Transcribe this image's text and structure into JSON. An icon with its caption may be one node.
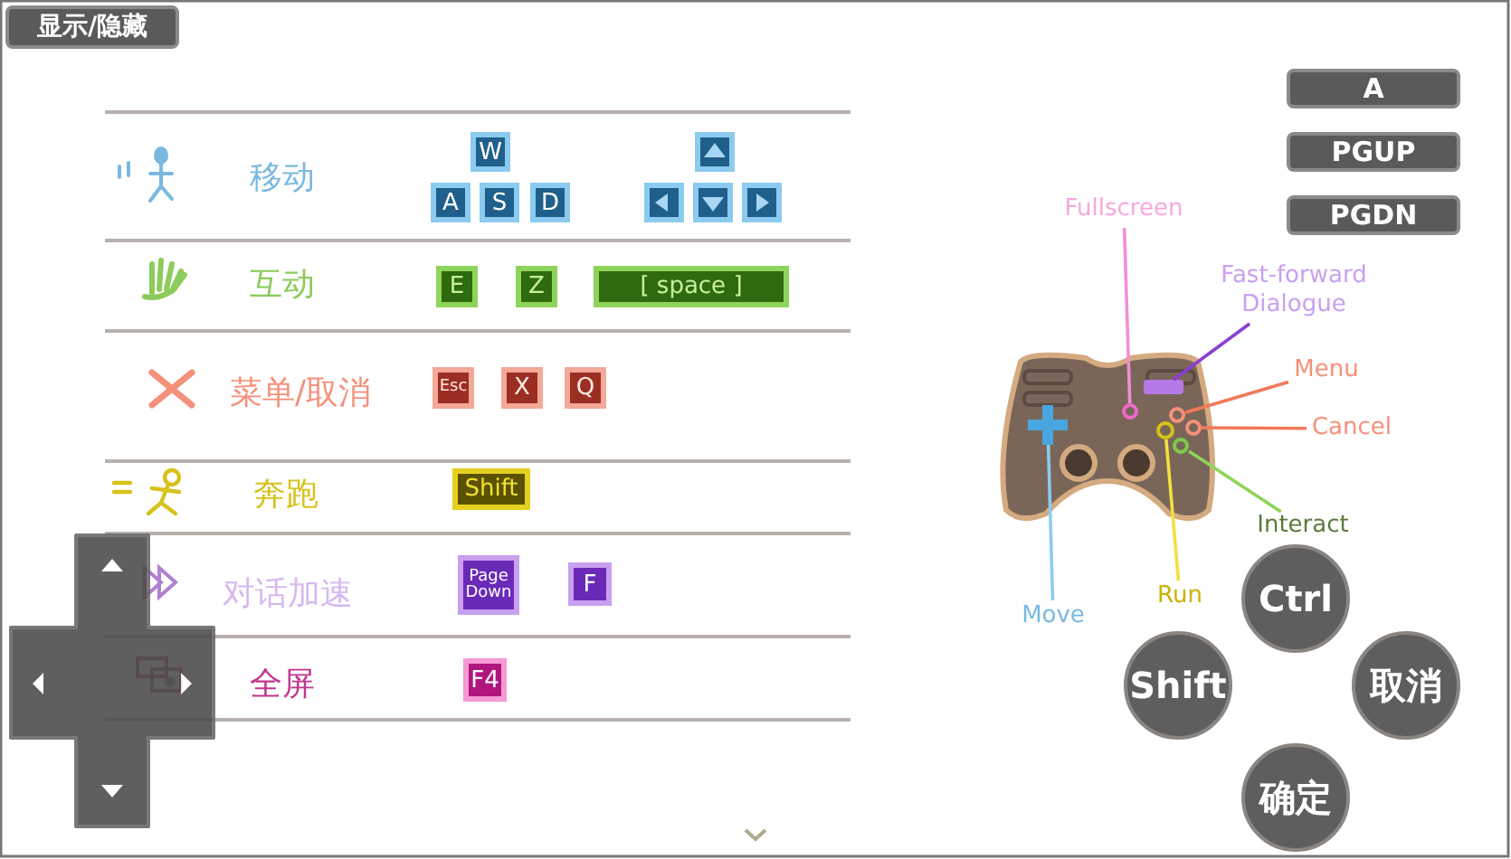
{
  "diagram": {
    "nodes": [
      {
        "text": [
          "显示/隐藏"
        ]
      },
      {
        "text": [
          "A"
        ]
      },
      {
        "text": [
          "PGUP"
        ]
      },
      {
        "text": [
          "PGDN"
        ]
      },
      {
        "text": [
          "W"
        ]
      },
      {
        "text": [],
        "shape": "box"
      },
      {
        "text": [
          "A"
        ]
      },
      {
        "text": [
          "S"
        ]
      },
      {
        "text": [
          "D"
        ]
      },
      {
        "text": [],
        "shape": "box"
      },
      {
        "text": [],
        "shape": "box"
      },
      {
        "text": [],
        "shape": "box"
      },
      {
        "text": [
          "E"
        ]
      },
      {
        "text": [
          "Z"
        ]
      },
      {
        "text": [
          "[ space ]"
        ]
      },
      {
        "text": [
          "Esc"
        ]
      },
      {
        "text": [
          "X"
        ]
      },
      {
        "text": [
          "Q"
        ]
      },
      {
        "text": [
          "Shift"
        ]
      },
      {
        "text": [
          "Page Down"
        ]
      },
      {
        "text": [
          "F"
        ]
      },
      {
        "text": [
          "F4"
        ]
      },
      {
        "text": [
          "Fullscreen"
        ]
      },
      {
        "text": [
          "Fast-forward Dialogue"
        ]
      },
      {
        "text": [
          "Menu"
        ]
      },
      {
        "text": [
          "Cancel"
        ]
      },
      {
        "text": [],
        "shape": "picture"
      },
      {
        "text": [],
        "shape": "circle",
        "in": 26
      },
      {
        "text": [],
        "shape": "bar",
        "in": 26
      },
      {
        "text": [],
        "shape": "circle",
        "in": 26
      },
      {
        "text": [],
        "shape": "circle",
        "in": 26
      },
      {
        "text": [],
        "shape": "cross",
        "in": 26
      },
      {
        "text": [],
        "shape": "circle",
        "in": 26
      },
      {
        "text": [],
        "shape": "circle",
        "in": 26
      },
      {
        "text": [
          "Move"
        ]
      },
      {
        "text": [
          "Run"
        ]
      },
      {
        "text": [
          "Interact"
        ]
      },
      {
        "text": [
          "Ctrl"
        ]
      },
      {
        "text": [
          "Shift"
        ]
      },
      {
        "text": [
          "取消"
        ]
      },
      {
        "text": [
          "确定"
        ]
      }
    ],
    "edges": [
      {
        "from": 22,
        "to": 27,
        "arrow": "none",
        "color": "#f28fd4"
      },
      {
        "from": 23,
        "to": 28,
        "arrow": "none",
        "color": "#8a3fd0"
      },
      {
        "from": 24,
        "to": 29,
        "arrow": "none",
        "color": "#f07a5a"
      },
      {
        "from": 25,
        "to": 30,
        "arrow": "none",
        "color": "#f07a5a"
      },
      {
        "from": 34,
        "to": 31,
        "arrow": "none",
        "color": "#8ccbf0"
      },
      {
        "from": 35,
        "to": 32,
        "arrow": "none",
        "color": "#f2e040"
      },
      {
        "from": 36,
        "to": 33,
        "arrow": "none",
        "color": "#8fd45a"
      }
    ],
    "labels": [
      "移动",
      "互动",
      "菜单/取消",
      "奔跑",
      "对话加速",
      "全屏"
    ]
  }
}
